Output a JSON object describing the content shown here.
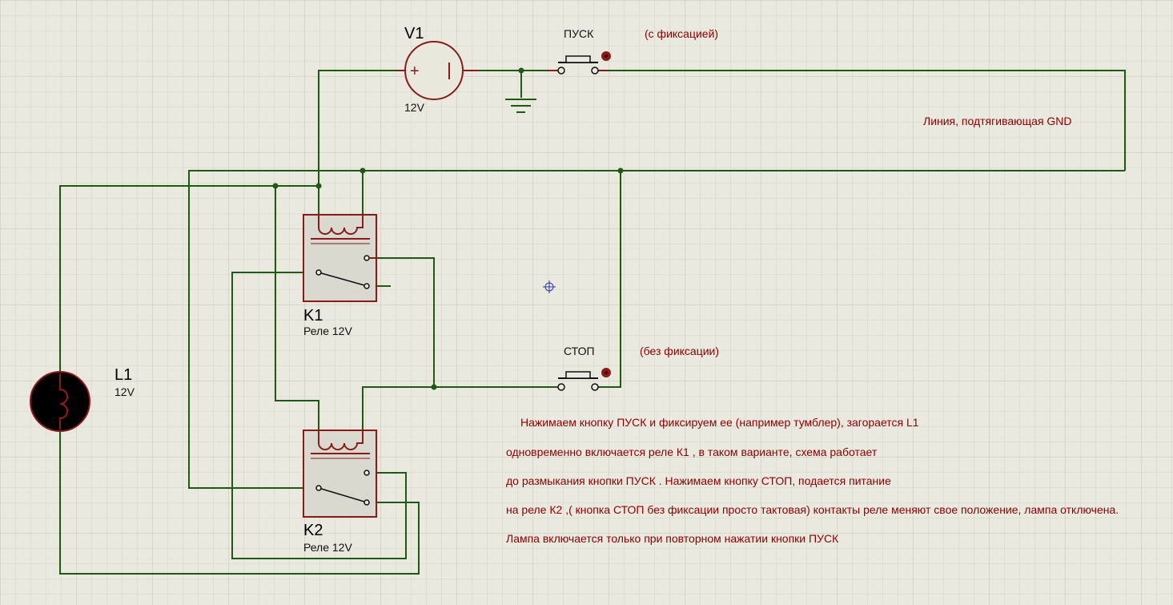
{
  "colors": {
    "background": "#e9e9df",
    "grid_minor": "#d3d3c8",
    "grid_major": "#c3c3b6",
    "wire": "#1f5a14",
    "component": "#8b1a1a",
    "note_text": "#8b0000"
  },
  "components": {
    "source": {
      "ref": "V1",
      "value": "12V",
      "plus": "+"
    },
    "start_button": {
      "ref": "ПУСК",
      "note": "(с фиксацией)"
    },
    "stop_button": {
      "ref": "СТОП",
      "note": "(без фиксации)"
    },
    "relay1": {
      "ref": "K1",
      "value": "Реле 12V"
    },
    "relay2": {
      "ref": "K2",
      "value": "Реле 12V"
    },
    "lamp": {
      "ref": "L1",
      "value": "12V"
    }
  },
  "annotations": {
    "gnd_line": "Линия, подтягивающая GND",
    "description": [
      "Нажимаем кнопку ПУСК и фиксируем ее (например тумблер), загорается L1",
      "одновременно включается реле К1 , в таком варианте, схема работает",
      "до размыкания кнопки ПУСК .  Нажимаем кнопку СТОП, подается питание",
      "на реле К2 ,( кнопка СТОП без фиксации просто тактовая) контакты реле меняют свое положение, лампа отключена.",
      "Лампа включается только при повторном нажатии кнопки ПУСК"
    ]
  }
}
